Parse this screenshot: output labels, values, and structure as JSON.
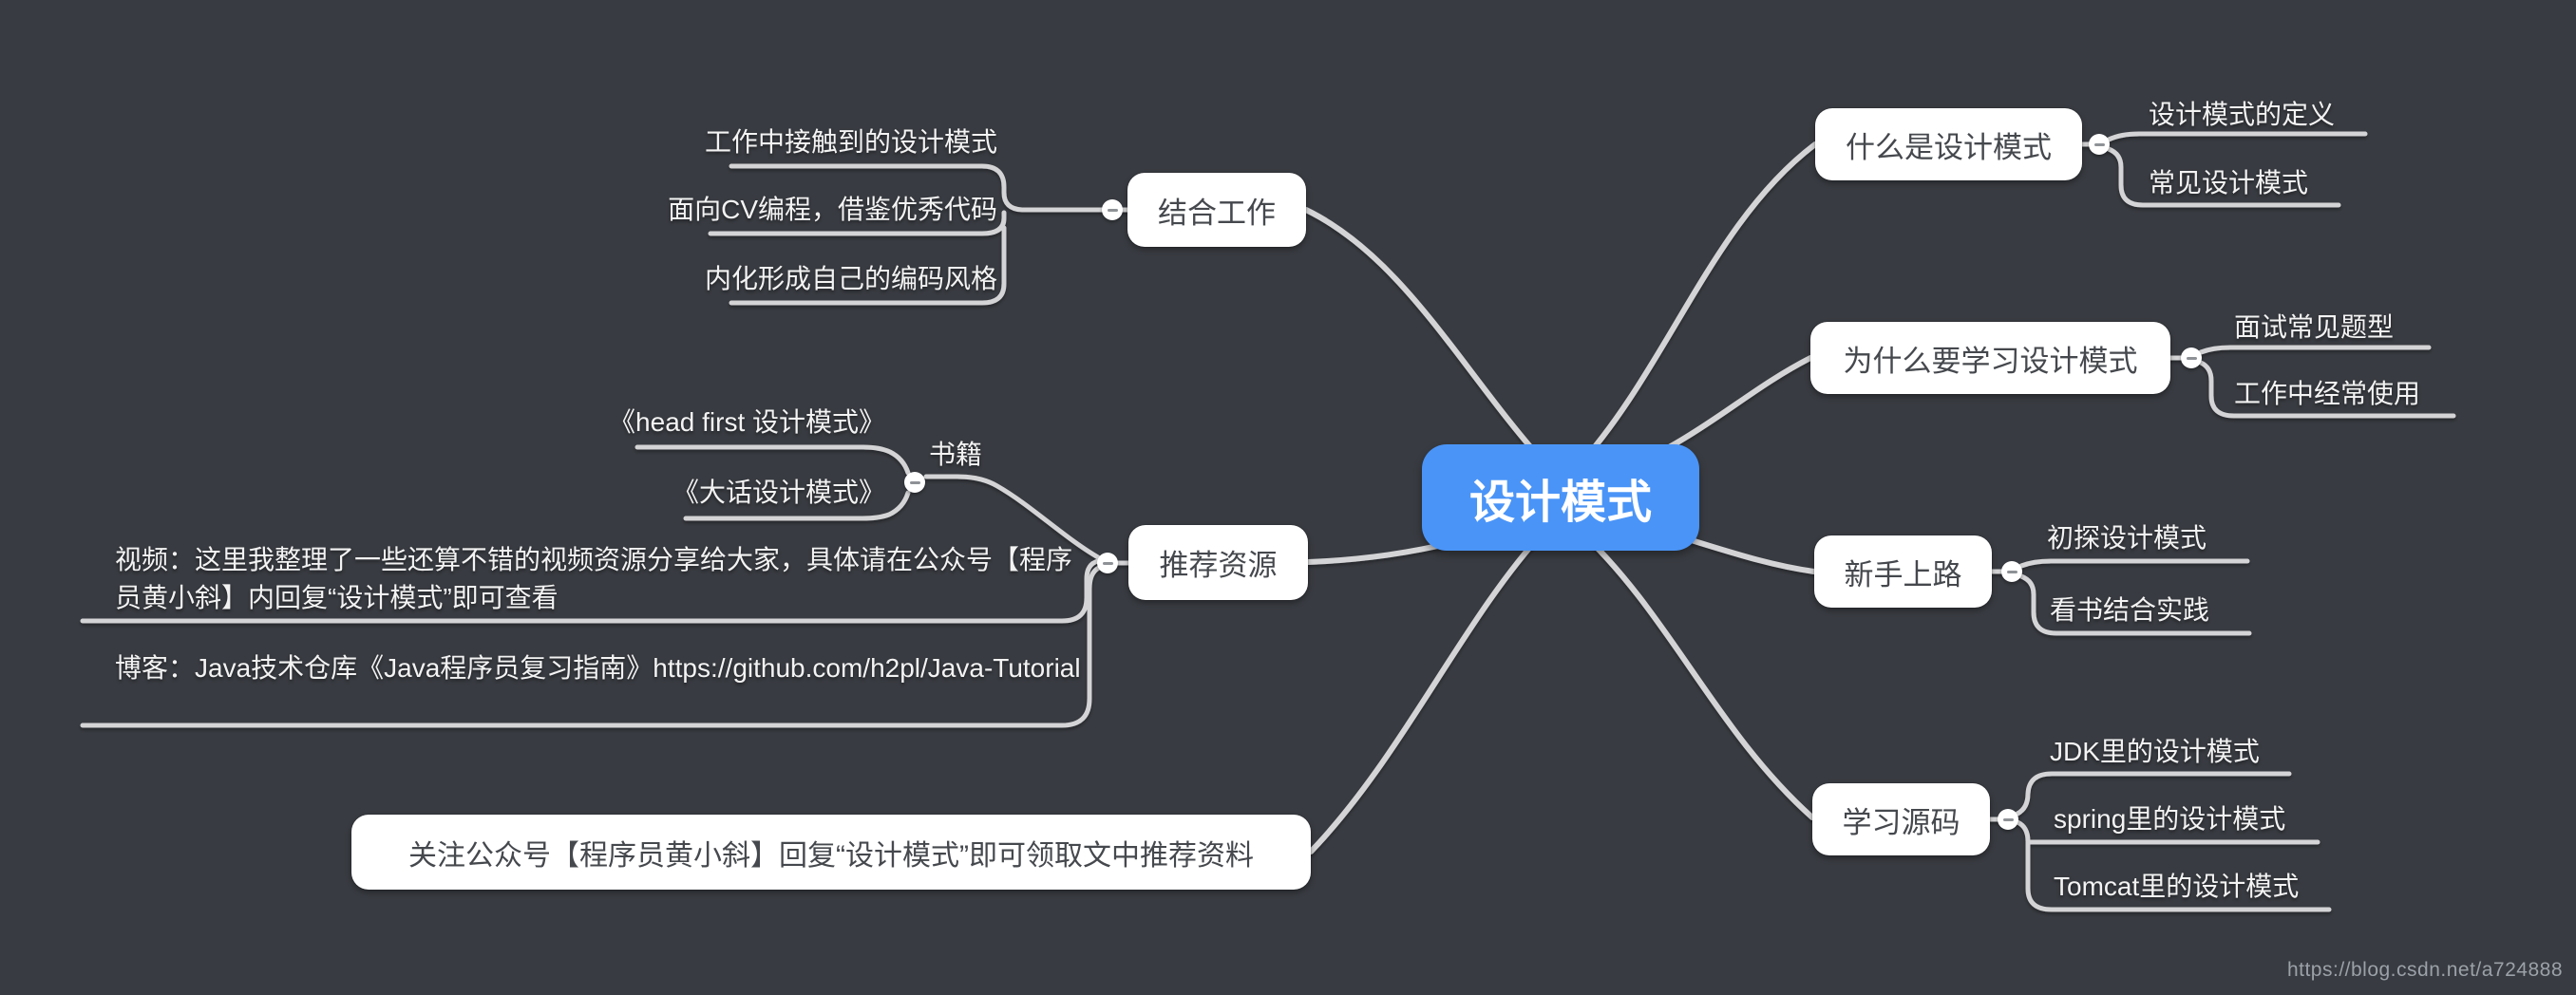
{
  "colors": {
    "background": "#383b41",
    "node_background": "#ffffff",
    "node_text": "#45484d",
    "center_background": "#4a94f7",
    "center_text": "#ffffff",
    "branch_line": "#d4d4d6",
    "leaf_text": "#f3f3f3"
  },
  "mindmap": {
    "root": {
      "label": "设计模式"
    },
    "right": [
      {
        "label": "什么是设计模式",
        "children": [
          {
            "label": "设计模式的定义"
          },
          {
            "label": "常见设计模式"
          }
        ]
      },
      {
        "label": "为什么要学习设计模式",
        "children": [
          {
            "label": "面试常见题型"
          },
          {
            "label": "工作中经常使用"
          }
        ]
      },
      {
        "label": "新手上路",
        "children": [
          {
            "label": "初探设计模式"
          },
          {
            "label": "看书结合实践"
          }
        ]
      },
      {
        "label": "学习源码",
        "children": [
          {
            "label": "JDK里的设计模式"
          },
          {
            "label": "spring里的设计模式"
          },
          {
            "label": "Tomcat里的设计模式"
          }
        ]
      }
    ],
    "left": [
      {
        "label": "结合工作",
        "children": [
          {
            "label": "工作中接触到的设计模式"
          },
          {
            "label": "面向CV编程，借鉴优秀代码"
          },
          {
            "label": "内化形成自己的编码风格"
          }
        ]
      },
      {
        "label": "推荐资源",
        "children": [
          {
            "label": "书籍",
            "children": [
              {
                "label": "《head first 设计模式》"
              },
              {
                "label": "《大话设计模式》"
              }
            ]
          },
          {
            "label": "视频：这里我整理了一些还算不错的视频资源分享给大家，具体请在公众号【程序员黄小斜】内回复“设计模式”即可查看"
          },
          {
            "label": "博客：Java技术仓库《Java程序员复习指南》https://github.com/h2pl/Java-Tutorial"
          }
        ]
      },
      {
        "label": "关注公众号【程序员黄小斜】回复“设计模式”即可领取文中推荐资料"
      }
    ]
  },
  "watermark": "https://blog.csdn.net/a724888"
}
